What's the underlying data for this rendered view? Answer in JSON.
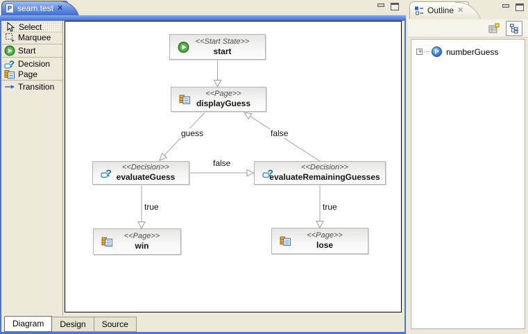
{
  "editor": {
    "tab": {
      "title": "seam.test",
      "icon_letter": "P",
      "close_glyph": "✕"
    },
    "palette": {
      "items": [
        {
          "label": "Select",
          "icon": "select-cursor-icon",
          "selected": true
        },
        {
          "label": "Marquee",
          "icon": "marquee-icon"
        },
        {
          "label": "Start",
          "icon": "start-icon"
        },
        {
          "label": "Decision",
          "icon": "decision-icon"
        },
        {
          "label": "Page",
          "icon": "page-icon"
        },
        {
          "label": "Transition",
          "icon": "transition-arrow-icon"
        }
      ]
    },
    "bottom_tabs": [
      {
        "label": "Diagram",
        "active": true
      },
      {
        "label": "Design",
        "active": false
      },
      {
        "label": "Source",
        "active": false
      }
    ]
  },
  "diagram": {
    "nodes": [
      {
        "type": "start",
        "stereotype": "<<Start State>>",
        "name": "start"
      },
      {
        "type": "page",
        "stereotype": "<<Page>>",
        "name": "displayGuess"
      },
      {
        "type": "decision",
        "stereotype": "<<Decision>>",
        "name": "evaluateGuess"
      },
      {
        "type": "decision",
        "stereotype": "<<Decision>>",
        "name": "evaluateRemainingGuesses"
      },
      {
        "type": "page",
        "stereotype": "<<Page>>",
        "name": "win"
      },
      {
        "type": "page",
        "stereotype": "<<Page>>",
        "name": "lose"
      }
    ],
    "edges": [
      {
        "from": "start",
        "to": "displayGuess",
        "label": ""
      },
      {
        "from": "displayGuess",
        "to": "evaluateGuess",
        "label": "guess"
      },
      {
        "from": "evaluateRemainingGuesses",
        "to": "displayGuess",
        "label": "false"
      },
      {
        "from": "evaluateGuess",
        "to": "evaluateRemainingGuesses",
        "label": "false"
      },
      {
        "from": "evaluateGuess",
        "to": "win",
        "label": "true"
      },
      {
        "from": "evaluateRemainingGuesses",
        "to": "lose",
        "label": "true"
      }
    ]
  },
  "outline": {
    "tab_title": "Outline",
    "close_glyph": "✕",
    "toolbar_icons": [
      "overview-icon",
      "tree-view-icon"
    ],
    "tree": [
      {
        "label": "numberGuess",
        "icon_letter": "P",
        "expand_glyph": "+"
      }
    ]
  },
  "colors": {
    "accent_blue": "#4678dc",
    "window_bg": "#ece9d8",
    "canvas_bg": "#ffffff"
  }
}
